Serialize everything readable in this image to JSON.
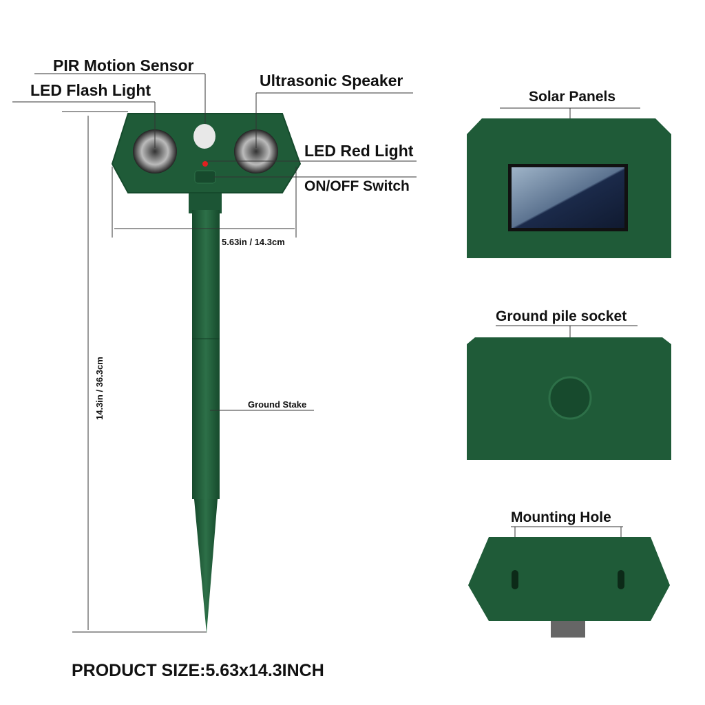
{
  "labels": {
    "pir_sensor": "PIR Motion Sensor",
    "led_flash": "LED Flash Light",
    "ultrasonic_speaker": "Ultrasonic Speaker",
    "led_red": "LED Red Light",
    "on_off_switch": "ON/OFF Switch",
    "width_dim": "5.63in / 14.3cm",
    "height_dim": "14.3in / 36.3cm",
    "ground_stake": "Ground Stake",
    "solar_panels": "Solar Panels",
    "ground_pile_socket": "Ground pile socket",
    "mounting_hole": "Mounting Hole",
    "product_size": "PRODUCT SIZE:5.63x14.3INCH"
  },
  "colors": {
    "body_green": "#1f5b38",
    "dark_green": "#164a2c",
    "led_red": "#e02020",
    "solar_blue": "#1b2a4a"
  }
}
